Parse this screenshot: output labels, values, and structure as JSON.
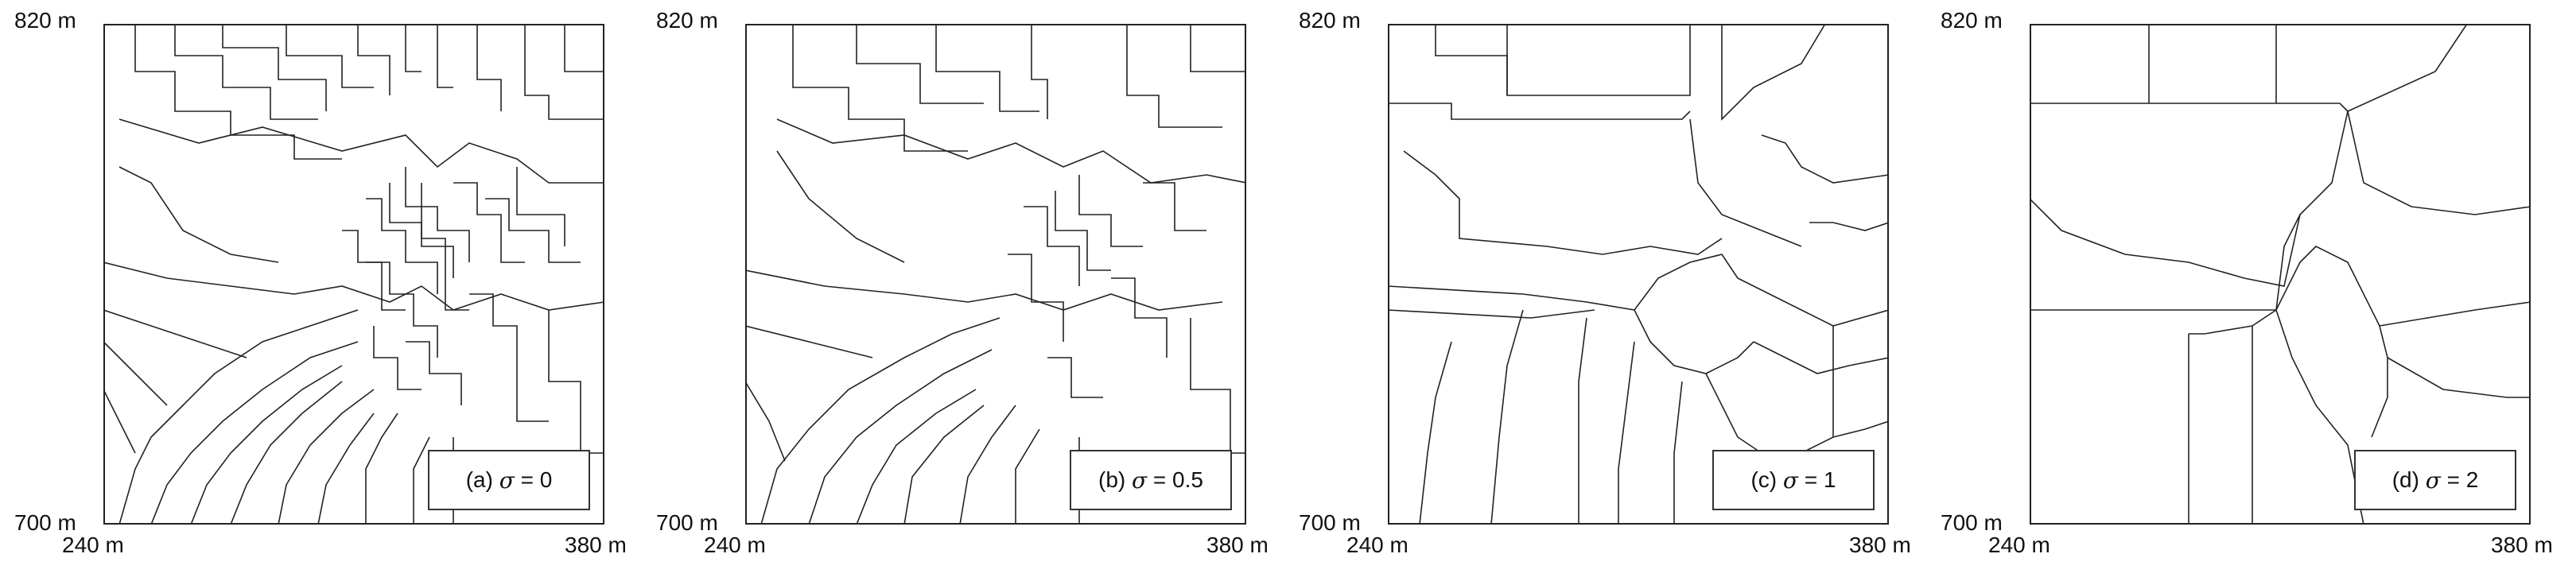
{
  "panels": [
    {
      "y_top": "820 m",
      "y_bottom": "700 m",
      "x_left": "240 m",
      "x_right": "380 m",
      "caption_prefix": "(a)",
      "caption_symbol": "σ",
      "caption_value": "= 0"
    },
    {
      "y_top": "820 m",
      "y_bottom": "700 m",
      "x_left": "240 m",
      "x_right": "380 m",
      "caption_prefix": "(b)",
      "caption_symbol": "σ",
      "caption_value": "= 0.5"
    },
    {
      "y_top": "820 m",
      "y_bottom": "700 m",
      "x_left": "240 m",
      "x_right": "380 m",
      "caption_prefix": "(c)",
      "caption_symbol": "σ",
      "caption_value": "= 1"
    },
    {
      "y_top": "820 m",
      "y_bottom": "700 m",
      "x_left": "240 m",
      "x_right": "380 m",
      "caption_prefix": "(d)",
      "caption_symbol": "σ",
      "caption_value": "= 2"
    }
  ]
}
